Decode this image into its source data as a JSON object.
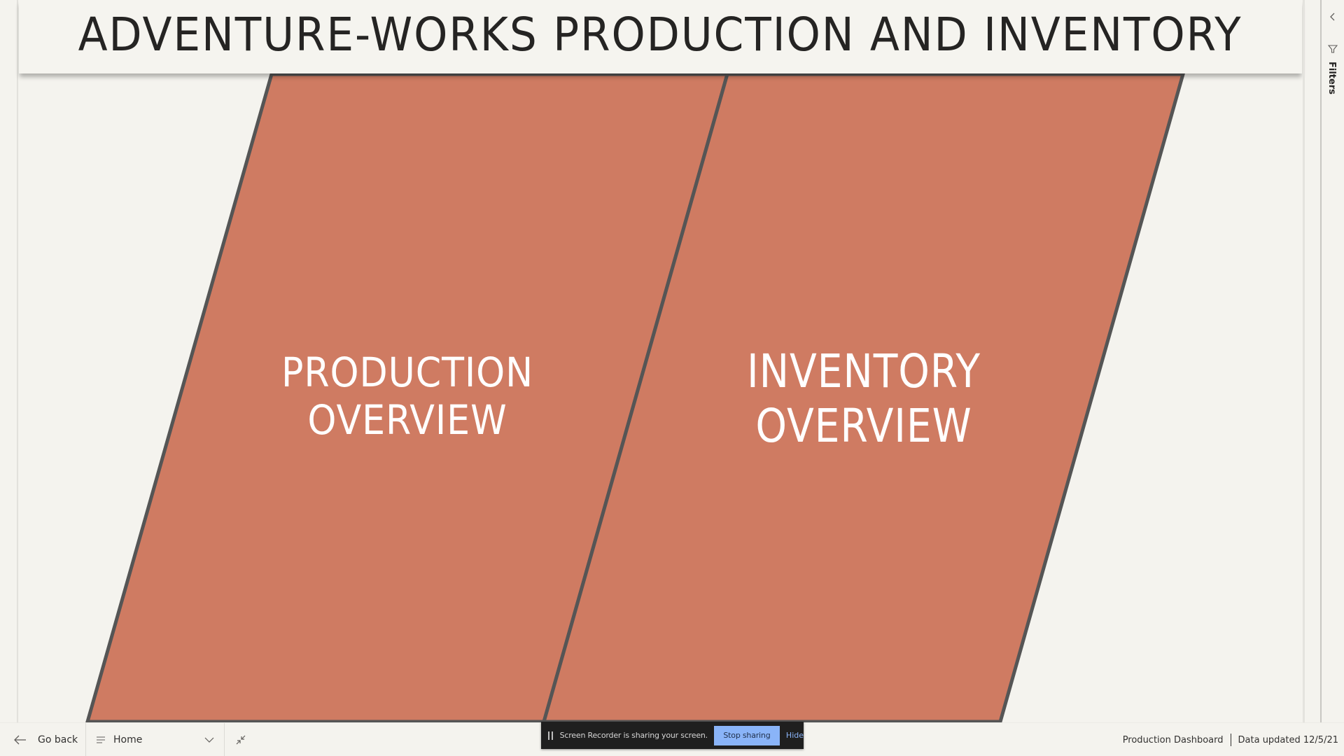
{
  "report": {
    "title": "ADVENTURE-WORKS PRODUCTION AND INVENTORY",
    "tiles": [
      {
        "label": "PRODUCTION\nOVERVIEW",
        "color": "#cf7b62",
        "border": "#555555"
      },
      {
        "label": "INVENTORY\nOVERVIEW",
        "color": "#cf7b62",
        "border": "#555555"
      }
    ]
  },
  "filter_pane": {
    "label": "Filters",
    "collapse_icon": "chevron-left-icon",
    "filter_icon": "funnel-icon"
  },
  "bottom_bar": {
    "go_back_label": "Go back",
    "page_selector": {
      "selected": "Home"
    },
    "report_name": "Production Dashboard",
    "data_updated": "Data updated 12/5/21"
  },
  "screen_recorder": {
    "message": "Screen Recorder is sharing your screen.",
    "stop_label": "Stop sharing",
    "hide_label": "Hide",
    "accent": "#8ab4f8"
  },
  "colors": {
    "background": "#f4f3ee",
    "tile_fill": "#cf7b62",
    "tile_border": "#555555",
    "title_text": "#252423"
  }
}
